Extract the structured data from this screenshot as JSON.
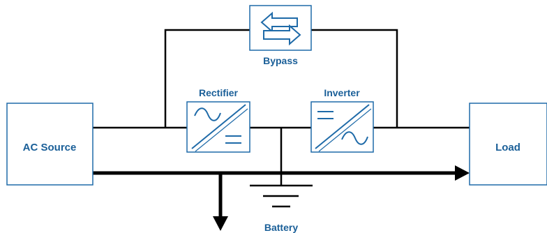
{
  "diagram": {
    "nodes": {
      "ac_source": "AC Source",
      "load": "Load",
      "rectifier": "Rectifier",
      "inverter": "Inverter",
      "bypass": "Bypass",
      "battery": "Battery"
    },
    "colors": {
      "accent": "#1e6aa8",
      "line": "#000000",
      "label": "#1a5f98"
    }
  }
}
